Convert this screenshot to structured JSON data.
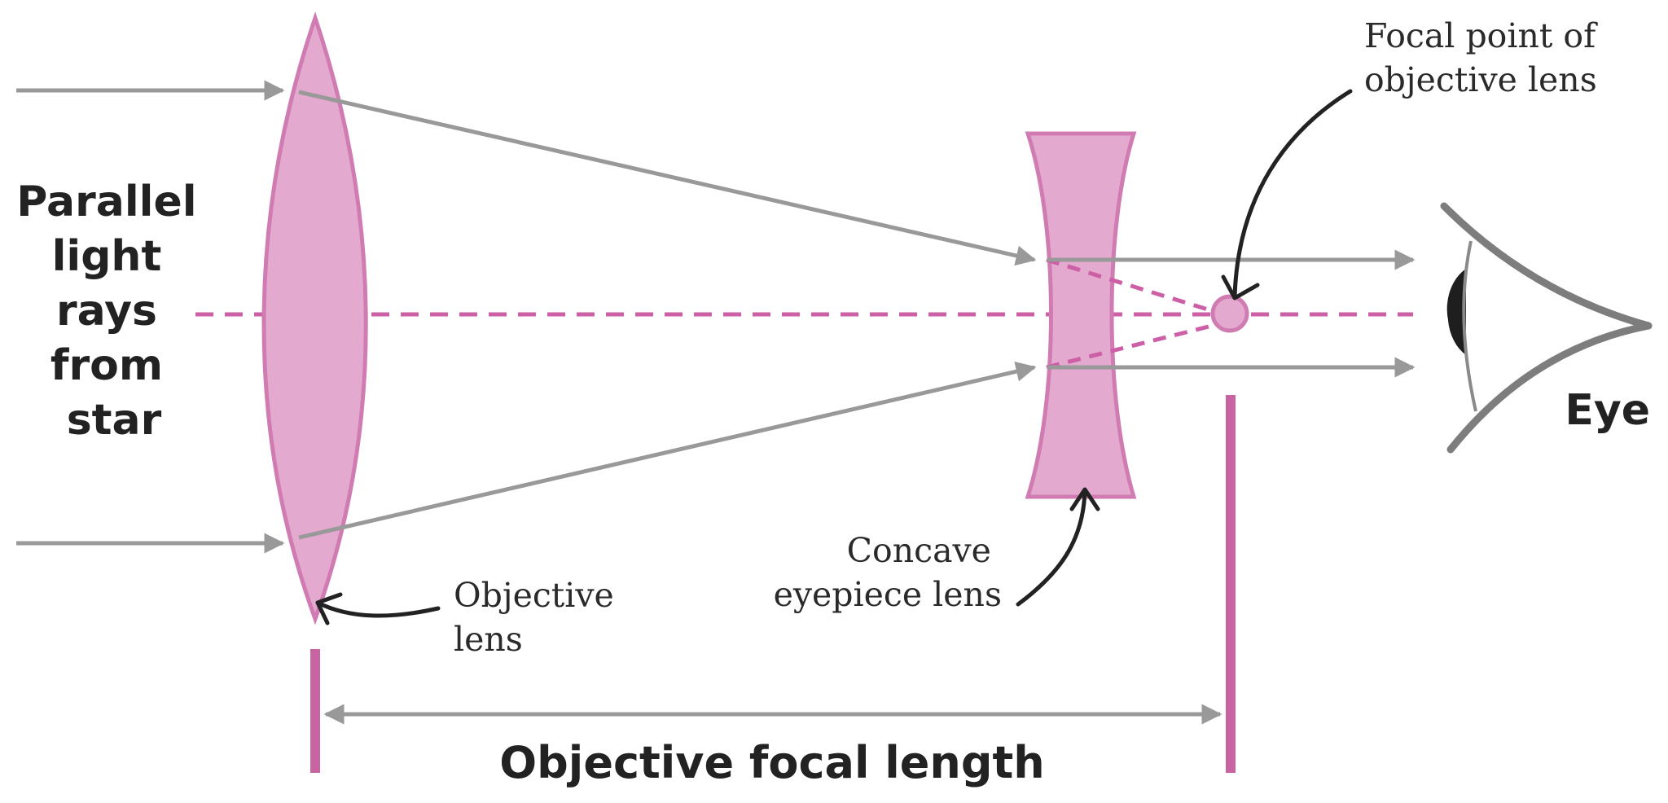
{
  "labels": {
    "parallel_rays": [
      "Parallel",
      "light",
      "rays",
      "from",
      "star"
    ],
    "focal_point": [
      "Focal point of",
      "objective lens"
    ],
    "concave_lens": [
      "Concave",
      "eyepiece lens"
    ],
    "objective_lens": [
      "Objective",
      "lens"
    ],
    "eye": "Eye",
    "focal_length": "Objective focal length"
  },
  "colors": {
    "lens_fill": "#e3a9ce",
    "lens_stroke": "#d07cb3",
    "dashed_axis": "#cc5fa5",
    "marker_bar": "#c964a3",
    "ray": "#999999",
    "arrow_black": "#222222",
    "eye_outline": "#7d7d7d",
    "pupil": "#1e1e1e"
  }
}
